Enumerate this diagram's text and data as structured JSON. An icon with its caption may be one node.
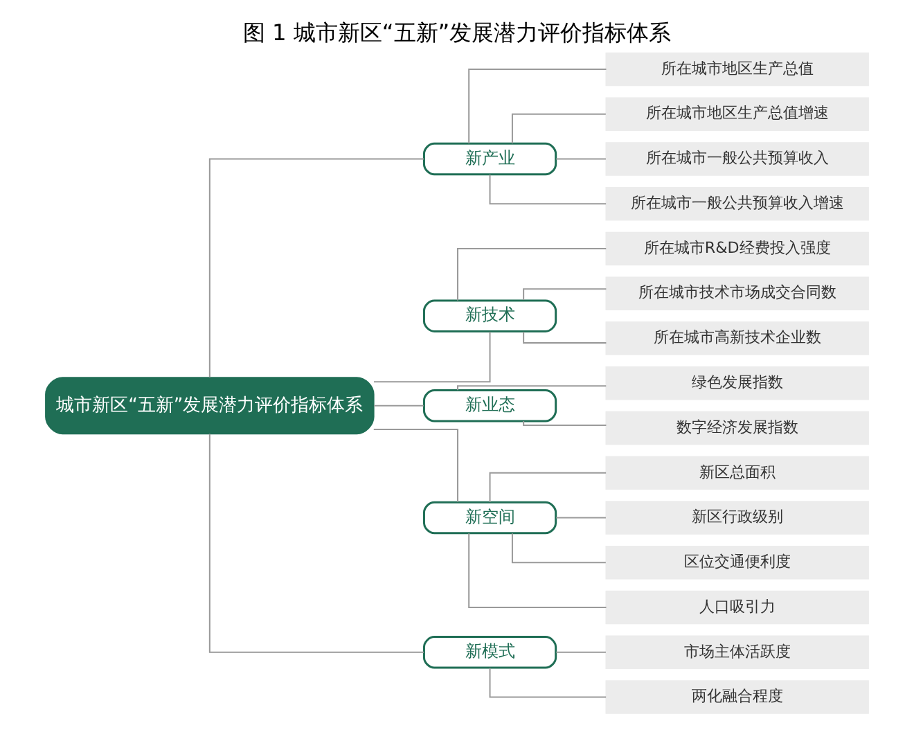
{
  "diagram": {
    "title": "图 1 城市新区“五新”发展潜力评价指标体系",
    "nodes": [
      {
        "text": [
          "城市新区“五新”发展潜力评价指标体系"
        ]
      },
      {
        "text": [
          "新产业"
        ]
      },
      {
        "text": [
          "所在城市地区生产总值"
        ]
      },
      {
        "text": [
          "所在城市地区生产总值增速"
        ]
      },
      {
        "text": [
          "所在城市一般公共预算收入"
        ]
      },
      {
        "text": [
          "所在城市一般公共预算收入增速"
        ]
      },
      {
        "text": [
          "新技术"
        ]
      },
      {
        "text": [
          "所在城市R&D经费投入强度"
        ]
      },
      {
        "text": [
          "所在城市技术市场成交合同数"
        ]
      },
      {
        "text": [
          "所在城市高新技术企业数"
        ]
      },
      {
        "text": [
          "新业态"
        ]
      },
      {
        "text": [
          "绿色发展指数"
        ]
      },
      {
        "text": [
          "数字经济发展指数"
        ]
      },
      {
        "text": [
          "新空间"
        ]
      },
      {
        "text": [
          "新区总面积"
        ]
      },
      {
        "text": [
          "新区行政级别"
        ]
      },
      {
        "text": [
          "区位交通便利度"
        ]
      },
      {
        "text": [
          "人口吸引力"
        ]
      },
      {
        "text": [
          "新模式"
        ]
      },
      {
        "text": [
          "市场主体活跃度"
        ]
      },
      {
        "text": [
          "两化融合程度"
        ]
      }
    ],
    "edges": [
      {
        "from": 0,
        "to": 1,
        "arrow": "none"
      },
      {
        "from": 0,
        "to": 6,
        "arrow": "none"
      },
      {
        "from": 0,
        "to": 10,
        "arrow": "none"
      },
      {
        "from": 0,
        "to": 13,
        "arrow": "none"
      },
      {
        "from": 0,
        "to": 18,
        "arrow": "none"
      },
      {
        "from": 1,
        "to": 2,
        "arrow": "none"
      },
      {
        "from": 1,
        "to": 3,
        "arrow": "none"
      },
      {
        "from": 1,
        "to": 4,
        "arrow": "none"
      },
      {
        "from": 1,
        "to": 5,
        "arrow": "none"
      },
      {
        "from": 6,
        "to": 7,
        "arrow": "none"
      },
      {
        "from": 6,
        "to": 8,
        "arrow": "none"
      },
      {
        "from": 6,
        "to": 9,
        "arrow": "none"
      },
      {
        "from": 10,
        "to": 11,
        "arrow": "none"
      },
      {
        "from": 10,
        "to": 12,
        "arrow": "none"
      },
      {
        "from": 13,
        "to": 14,
        "arrow": "none"
      },
      {
        "from": 13,
        "to": 15,
        "arrow": "none"
      },
      {
        "from": 13,
        "to": 16,
        "arrow": "none"
      },
      {
        "from": 13,
        "to": 17,
        "arrow": "none"
      },
      {
        "from": 18,
        "to": 19,
        "arrow": "none"
      },
      {
        "from": 18,
        "to": 20,
        "arrow": "none"
      }
    ]
  }
}
